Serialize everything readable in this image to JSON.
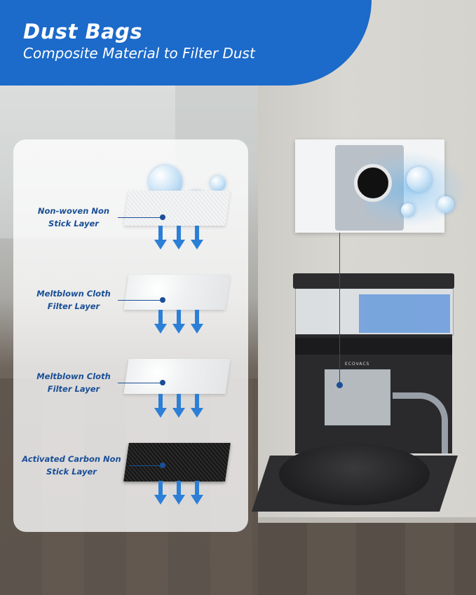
{
  "header": {
    "title": "Dust Bags",
    "subtitle": "Composite Material to Filter Dust"
  },
  "layers": [
    {
      "line1": "Non-woven Non",
      "line2": "Stick Layer"
    },
    {
      "line1": "Meltblown Cloth",
      "line2": "Filter Layer"
    },
    {
      "line1": "Meltblown Cloth",
      "line2": "Filter Layer"
    },
    {
      "line1": "Activated Carbon Non",
      "line2": "Stick Layer"
    }
  ],
  "product": {
    "brand": "ECOVACS"
  },
  "colors": {
    "banner": "#1c6ac9",
    "label_text": "#1a4f96",
    "arrow": "#2c7fd6"
  }
}
